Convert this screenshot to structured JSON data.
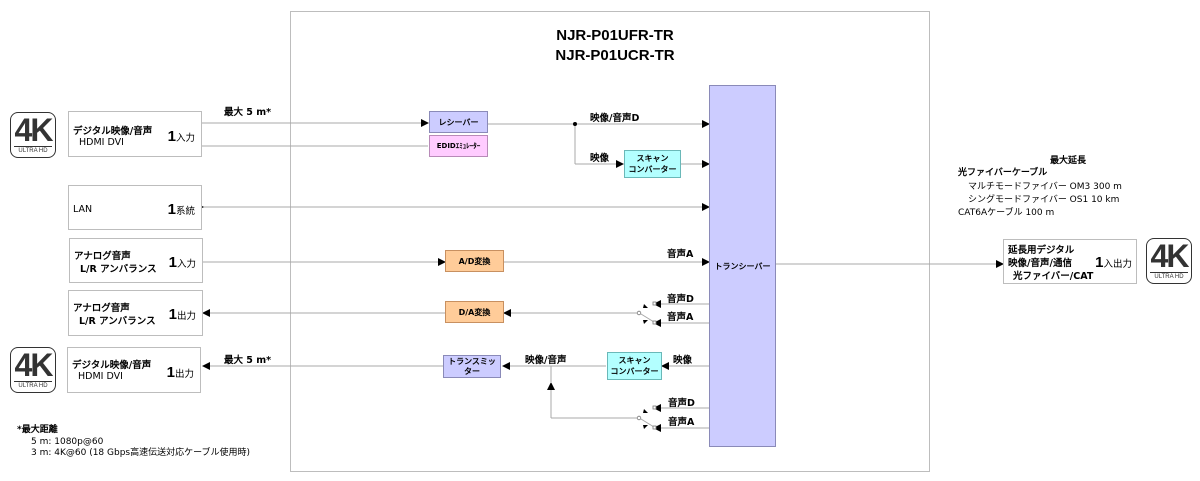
{
  "title": {
    "model_1": "NJR-P01UFR-TR",
    "model_2": "NJR-P01UCR-TR"
  },
  "logo": {
    "main": "4K",
    "sub": "ULTRA HD"
  },
  "ports_left": [
    {
      "line1": "デジタル映像/音声",
      "line2": "HDMI  DVI",
      "count": "1",
      "unit": "入力"
    },
    {
      "line1": "LAN",
      "line2": "",
      "count": "1",
      "unit": "系統"
    },
    {
      "line1": "アナログ音声",
      "line2": "L/R アンバランス",
      "count": "1",
      "unit": "入力"
    },
    {
      "line1": "アナログ音声",
      "line2": "L/R アンバランス",
      "count": "1",
      "unit": "出力"
    },
    {
      "line1": "デジタル映像/音声",
      "line2": "HDMI  DVI",
      "count": "1",
      "unit": "出力"
    }
  ],
  "port_right": {
    "line1": "延長用デジタル",
    "line2": "映像/音声/通信",
    "line3": "光ファイバー/CAT",
    "count": "1",
    "unit": "入出力"
  },
  "blocks": {
    "receiver": "レシーバー",
    "edid": "EDIDｴﾐｭﾚｰﾀｰ",
    "scan_converter_top": "スキャン\nコンバーター",
    "ad": "A/D変換",
    "da": "D/A変換",
    "transmitter": "トランスミッ\nター",
    "scan_converter_bottom": "スキャン\nコンバーター",
    "transceiver": "トランシーバー"
  },
  "signal_labels": {
    "max_5m_top": "最大 5 m*",
    "max_5m_bottom": "最大 5 m*",
    "video_audio_d": "映像/音声D",
    "video_top": "映像",
    "audio_a_top": "音声A",
    "audio_d_mid": "音声D",
    "audio_a_mid": "音声A",
    "video_audio": "映像/音声",
    "video_bottom": "映像",
    "audio_d_bottom": "音声D",
    "audio_a_bottom": "音声A"
  },
  "max_extension": {
    "heading": "最大延長",
    "fiber": "光ファイバーケーブル",
    "multimode": "マルチモードファイバー OM3  300 m",
    "singlemode": "シングモードファイバー OS1  10 km",
    "cat6a": "CAT6Aケーブル   100 m"
  },
  "footnote": {
    "heading": "*最大距離",
    "line1": "5 m: 1080p@60",
    "line2": "3 m: 4K@60 (18 Gbps高速伝送対応ケーブル使用時)"
  }
}
